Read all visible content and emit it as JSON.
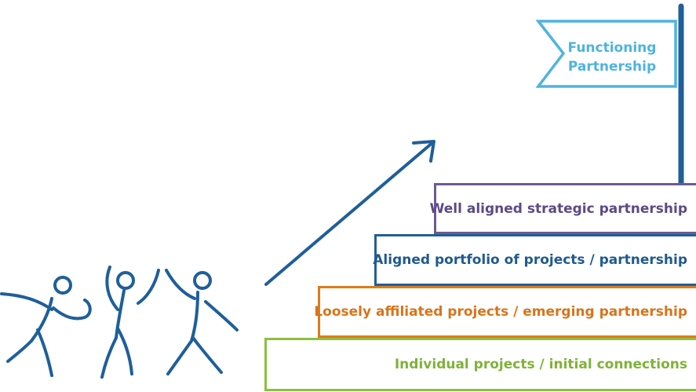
{
  "flag": {
    "line1": "Functioning",
    "line2": "Partnership"
  },
  "steps": [
    {
      "label": "Individual projects / initial connections"
    },
    {
      "label": "Loosely affiliated projects / emerging partnership"
    },
    {
      "label": "Aligned portfolio of projects / partnership"
    },
    {
      "label": "Well aligned strategic partnership"
    }
  ],
  "colors": {
    "step1": "#8cbf3f",
    "step2": "#e07b17",
    "step3": "#1f5f9a",
    "step4": "#6e5a93",
    "flag": "#4fb3e0",
    "pole": "#1f5f9a",
    "figures": "#1f5f9a"
  },
  "icons": {
    "figures": "people-climbing-icon",
    "arrow": "upward-arrow-icon",
    "flag": "flag-icon"
  }
}
